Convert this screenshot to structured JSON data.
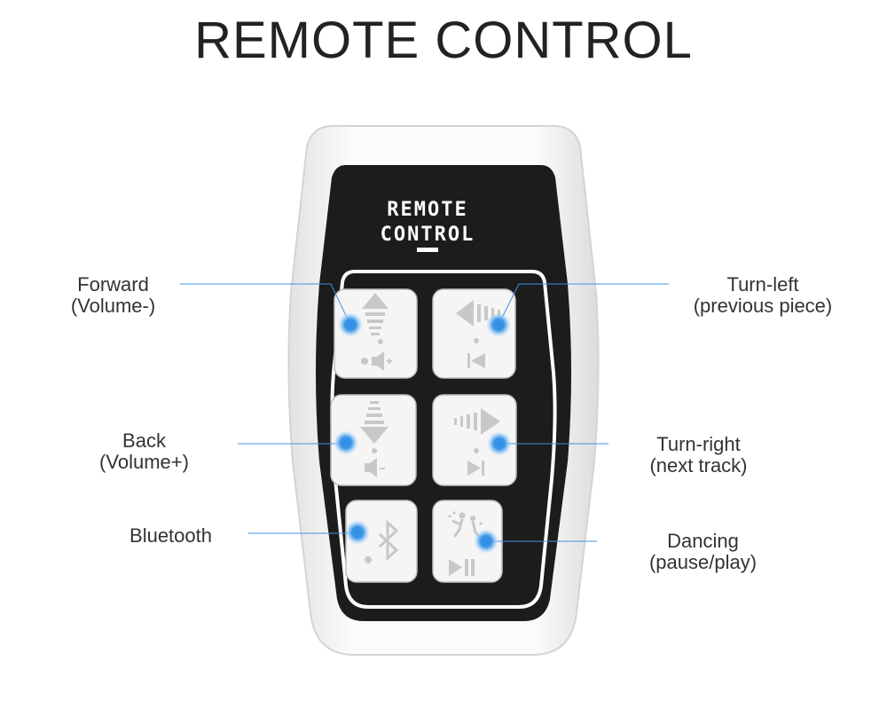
{
  "title": "REMOTE CONTROL",
  "device_label": {
    "line1": "REMOTE",
    "line2": "CONTROL"
  },
  "callouts": {
    "forward": {
      "line1": "Forward",
      "line2": "(Volume-)"
    },
    "back": {
      "line1": "Back",
      "line2": "(Volume+)"
    },
    "bluetooth": {
      "line1": "Bluetooth",
      "line2": ""
    },
    "turn_left": {
      "line1": "Turn-left",
      "line2": "(previous piece)"
    },
    "turn_right": {
      "line1": "Turn-right",
      "line2": "(next track)"
    },
    "dancing": {
      "line1": "Dancing",
      "line2": "(pause/play)"
    }
  },
  "colors": {
    "accent": "#3a95e6",
    "remote_shell": "#f2f2f2",
    "remote_face": "#1c1c1c",
    "button": "#f5f5f5",
    "icon": "#c8c8c8"
  },
  "icons": [
    "forward-arrow-icon",
    "volume-down-icon",
    "back-arrow-icon",
    "volume-up-icon",
    "bluetooth-icon",
    "left-arrow-icon",
    "previous-track-icon",
    "right-arrow-icon",
    "next-track-icon",
    "dancing-icon",
    "play-pause-icon"
  ]
}
